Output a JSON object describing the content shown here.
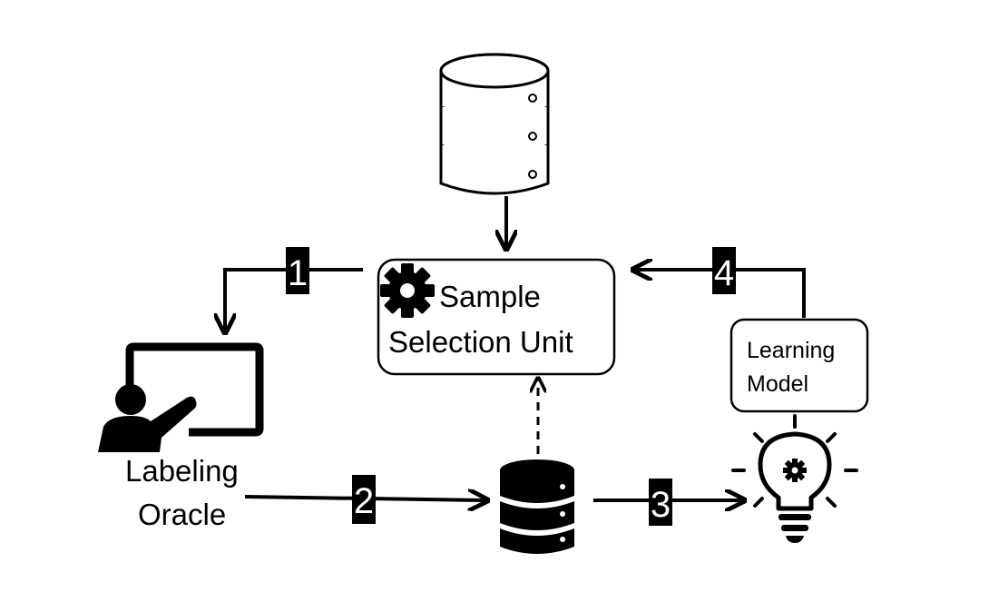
{
  "selection_unit": {
    "line1": "Sample",
    "line2": "Selection Unit"
  },
  "learning_model": {
    "line1": "Learning",
    "line2": "Model"
  },
  "labeling_oracle": {
    "line1": "Labeling",
    "line2": "Oracle"
  },
  "steps": [
    "1",
    "2",
    "3",
    "4"
  ],
  "icons": {
    "unlabeled_pool": "database-icon",
    "labeled_set": "database-icon",
    "selection_gear": "gear-icon",
    "oracle": "teacher-at-board-icon",
    "model": "lightbulb-gear-icon"
  },
  "colors": {
    "stroke": "#000000",
    "fill_light": "#ffffff",
    "fill_dark": "#000000"
  }
}
